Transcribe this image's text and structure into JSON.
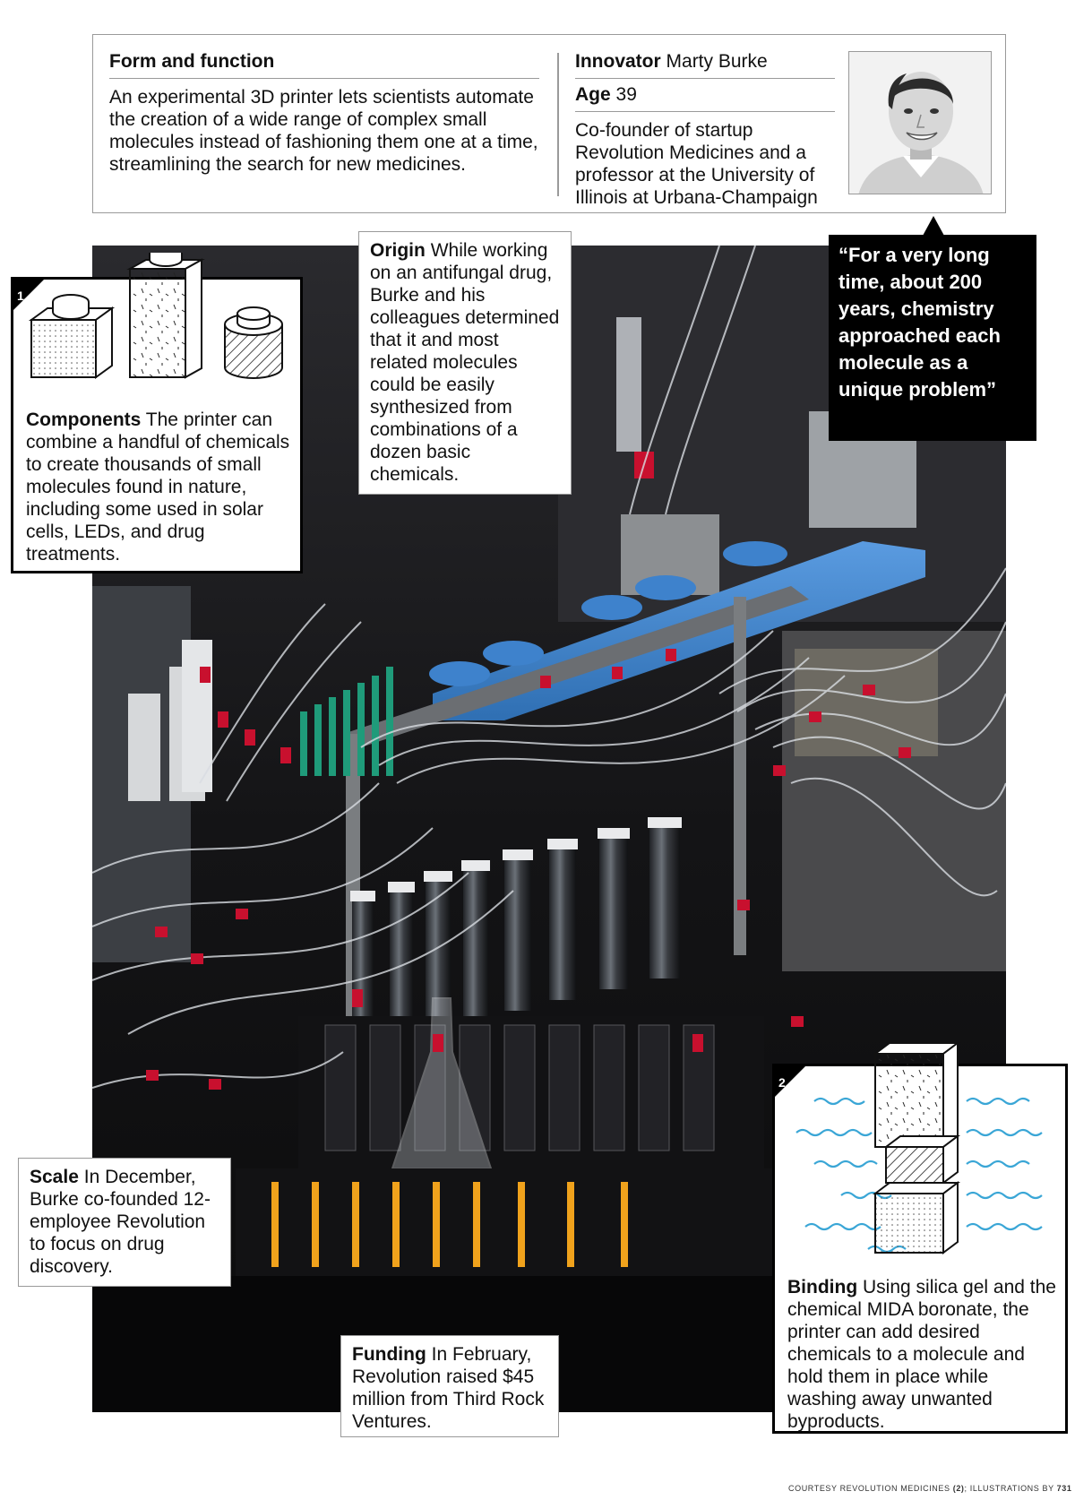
{
  "header": {
    "section_title": "Form and function",
    "description": "An experimental 3D printer lets scientists automate the creation of a wide range of complex small molecules instead of fashioning them one at a time, streamlining the search for new medicines.",
    "innovator_label": "Innovator",
    "innovator_name": "Marty Burke",
    "age_label": "Age",
    "age_value": "39",
    "bio": "Co-founder of startup Revolution Medicines and a professor at the University of Illinois at Urbana-Champaign"
  },
  "quote": "“For a very long time, about 200 years, chemistry approached each molecule as a unique problem”",
  "notes": {
    "components": {
      "number": "1.",
      "heading": "Components",
      "body": "The printer can combine a handful of chemicals to create thousands of small molecules found in nature, including some used in solar cells, LEDs, and drug treatments."
    },
    "origin": {
      "heading": "Origin",
      "body": "While working on an antifungal drug, Burke and his colleagues determined that it and most related molecules could be easily synthesized from combinations of a dozen basic chemicals."
    },
    "scale": {
      "heading": "Scale",
      "body": "In December, Burke co-founded 12-employee Revolution to focus on drug discovery."
    },
    "funding": {
      "heading": "Funding",
      "body": "In February, Revolution raised $45 million from Third Rock Ventures."
    },
    "binding": {
      "number": "2.",
      "heading": "Binding",
      "body": "Using silica gel and the chemical MIDA boronate, the printer can add desired chemicals to a molecule and hold them in place while washing away unwanted byproducts."
    }
  },
  "credit": {
    "prefix": "COURTESY REVOLUTION MEDICINES",
    "count": "(2)",
    "middle": "; ILLUSTRATIONS BY",
    "artist": "731"
  },
  "colors": {
    "water_wave": "#3aa6d6",
    "tray_blue": "#2f6fb3",
    "tubing": "#d9dde2",
    "fitting_red": "#c8102e",
    "belt_orange": "#f0a21c"
  }
}
